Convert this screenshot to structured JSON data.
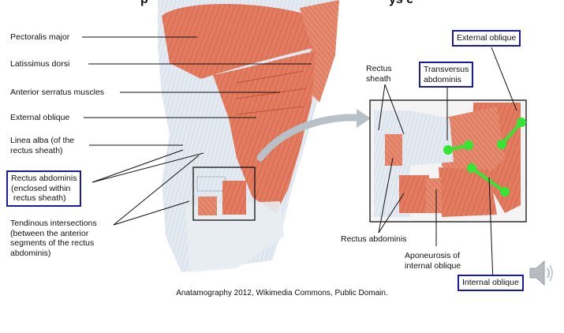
{
  "title_fragment_left": "p",
  "title_fragment_right": "ys e",
  "labels": {
    "pectoralis_major": "Pectoralis major",
    "latissimus_dorsi": "Latissimus dorsi",
    "anterior_serratus": "Anterior serratus muscles",
    "external_oblique_left": "External oblique",
    "linea_alba": "Linea alba (of the\nrectus sheath)",
    "rectus_abdominis_boxed": "Rectus abdominis\n(enclosed within\n rectus sheath)",
    "tendinous_intersections": "Tendinous intersections\n(between the anterior\nsegments of the rectus\nabdominis)",
    "rectus_sheath": "Rectus\nsheath",
    "transversus_abdominis": "Transversus\nabdominis",
    "external_oblique_right": "External oblique",
    "rectus_abdominis_inset": "Rectus abdominis",
    "aponeurosis": "Aponeurosis of\ninternal oblique",
    "internal_oblique": "Internal oblique"
  },
  "caption": "Anatamography 2012, Wikimedia Commons, Public Domain.",
  "colors": {
    "muscle": "#e07a5f",
    "muscle_dark": "#c9563d",
    "fascia": "#dfe6ee",
    "box_border": "#1a1aa8",
    "arrow_green": "#33e633"
  },
  "icons": {
    "speaker": "speaker-icon"
  }
}
